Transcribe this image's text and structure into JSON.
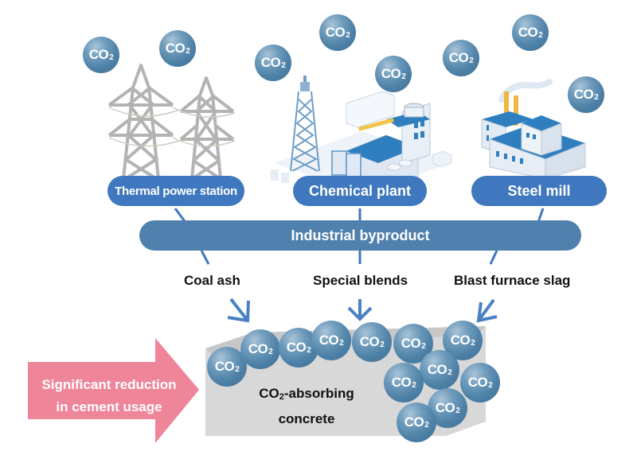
{
  "co2_label": "CO",
  "co2_subscript": "2",
  "sources": [
    {
      "name": "Thermal power station",
      "icon": "power-pylon-icon"
    },
    {
      "name": "Chemical plant",
      "icon": "chemical-plant-icon"
    },
    {
      "name": "Steel mill",
      "icon": "steel-mill-icon"
    }
  ],
  "hub": {
    "label": "Industrial byproduct"
  },
  "byproducts": [
    {
      "name": "Coal ash"
    },
    {
      "name": "Special blends"
    },
    {
      "name": "Blast furnace slag"
    }
  ],
  "result": {
    "line1_prefix": "CO",
    "line1_sub": "2",
    "line1_suffix": "-absorbing",
    "line2": "concrete"
  },
  "benefit": {
    "line1": "Significant reduction",
    "line2": "in cement usage"
  },
  "colors": {
    "pill": "#3f78be",
    "hub_bar": "#5080ad",
    "arrow": "#4a80c4",
    "benefit_arrow": "#ee8599",
    "concrete": "#d6d6d6",
    "co2_bubble": "#4f82a8"
  }
}
